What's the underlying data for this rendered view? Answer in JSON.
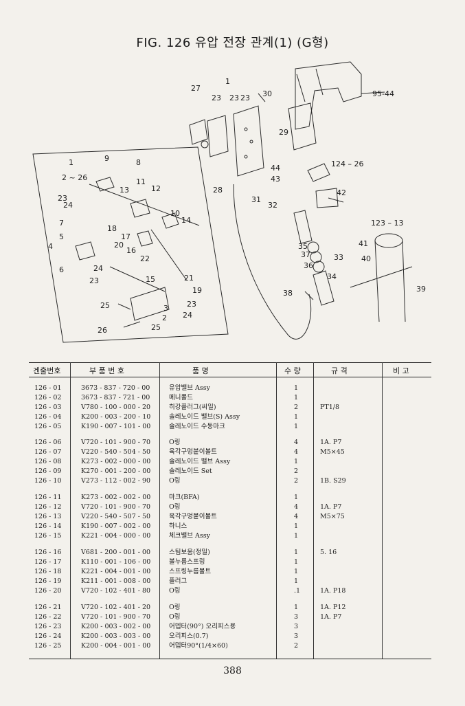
{
  "figure": {
    "title": "FIG. 126 유압 전장 관계(1) (G형)",
    "page_number": "388",
    "callouts": [
      "1",
      "2~26",
      "2",
      "3",
      "4",
      "5",
      "6",
      "7",
      "8",
      "9",
      "10",
      "11",
      "12",
      "13",
      "14",
      "15",
      "16",
      "17",
      "18",
      "19",
      "20",
      "21",
      "22",
      "23",
      "24",
      "25",
      "26",
      "27",
      "28",
      "29",
      "30",
      "31",
      "32",
      "33",
      "34",
      "35",
      "36",
      "37",
      "38",
      "39",
      "40",
      "41",
      "42",
      "43",
      "44",
      "95-44",
      "123-13",
      "124-26"
    ]
  },
  "table": {
    "headers": [
      "겐출번호",
      "부 품 번 호",
      "품          명",
      "수  량",
      "규    격",
      "비  고"
    ],
    "rows": [
      {
        "no": "126 - 01",
        "part": "3673 - 837 - 720 - 00",
        "name": "유압밸브 Assy",
        "qty": "1",
        "spec": ""
      },
      {
        "no": "126 - 02",
        "part": "3673 - 837 - 721 - 00",
        "name": "메니폴드",
        "qty": "1",
        "spec": ""
      },
      {
        "no": "126 - 03",
        "part": "V780 - 100 - 000 - 20",
        "name": "히강플러그(씨일)",
        "qty": "2",
        "spec": "PT1/8"
      },
      {
        "no": "126 - 04",
        "part": "K200 - 003 - 200 - 10",
        "name": "솔레노이드 밸브(S) Assy",
        "qty": "1",
        "spec": ""
      },
      {
        "no": "126 - 05",
        "part": "K190 - 007 - 101 - 00",
        "name": "솔레노이드 수동마크",
        "qty": "1",
        "spec": ""
      },
      {
        "no": "126 - 06",
        "part": "V720 - 101 - 900 - 70",
        "name": "O링",
        "qty": "4",
        "spec": "1A. P7"
      },
      {
        "no": "126 - 07",
        "part": "V220 - 540 - 504 - 50",
        "name": "육각구멍붙이볼트",
        "qty": "4",
        "spec": "M5×45"
      },
      {
        "no": "126 - 08",
        "part": "K273 - 002 - 000 - 00",
        "name": "솔레노이드 밸브 Assy",
        "qty": "1",
        "spec": ""
      },
      {
        "no": "126 - 09",
        "part": "K270 - 001 - 200 - 00",
        "name": "솔레노이드 Set",
        "qty": "2",
        "spec": ""
      },
      {
        "no": "126 - 10",
        "part": "V273 - 112 - 002 - 90",
        "name": "O링",
        "qty": "2",
        "spec": "1B. S29"
      },
      {
        "no": "126 - 11",
        "part": "K273 - 002 - 002 - 00",
        "name": "마크(BFA)",
        "qty": "1",
        "spec": ""
      },
      {
        "no": "126 - 12",
        "part": "V720 - 101 - 900 - 70",
        "name": "O링",
        "qty": "4",
        "spec": "1A. P7"
      },
      {
        "no": "126 - 13",
        "part": "V220 - 540 - 507 - 50",
        "name": "육각구멍붙이볼트",
        "qty": "4",
        "spec": "M5×75"
      },
      {
        "no": "126 - 14",
        "part": "K190 - 007 - 002 - 00",
        "name": "하니스",
        "qty": "1",
        "spec": ""
      },
      {
        "no": "126 - 15",
        "part": "K221 - 004 - 000 - 00",
        "name": "체크밸브 Assy",
        "qty": "1",
        "spec": ""
      },
      {
        "no": "126 - 16",
        "part": "V681 - 200 - 001 - 00",
        "name": "스팀보움(정밀)",
        "qty": "1",
        "spec": "5. 16"
      },
      {
        "no": "126 - 17",
        "part": "K110 - 001 - 106 - 00",
        "name": "볼누름스프링",
        "qty": "1",
        "spec": ""
      },
      {
        "no": "126 - 18",
        "part": "K221 - 004 - 001 - 00",
        "name": "스프링누름볼트",
        "qty": "1",
        "spec": ""
      },
      {
        "no": "126 - 19",
        "part": "K211 - 001 - 008 - 00",
        "name": "플러그",
        "qty": "1",
        "spec": ""
      },
      {
        "no": "126 - 20",
        "part": "V720 - 102 - 401 - 80",
        "name": "O링",
        "qty": ".1",
        "spec": "1A. P18"
      },
      {
        "no": "126 - 21",
        "part": "V720 - 102 - 401 - 20",
        "name": "O링",
        "qty": "1",
        "spec": "1A. P12"
      },
      {
        "no": "126 - 22",
        "part": "V720 - 101 - 900 - 70",
        "name": "O링",
        "qty": "3",
        "spec": "1A. P7"
      },
      {
        "no": "126 - 23",
        "part": "K200 - 003 - 002 - 00",
        "name": "어뎁터(90°) 오리피스용",
        "qty": "3",
        "spec": ""
      },
      {
        "no": "126 - 24",
        "part": "K200 - 003 - 003 - 00",
        "name": "오리피스(0.7)",
        "qty": "3",
        "spec": ""
      },
      {
        "no": "126 - 25",
        "part": "K200 - 004 - 001 - 00",
        "name": "어뎁터90°(1/4×60)",
        "qty": "2",
        "spec": ""
      }
    ]
  }
}
